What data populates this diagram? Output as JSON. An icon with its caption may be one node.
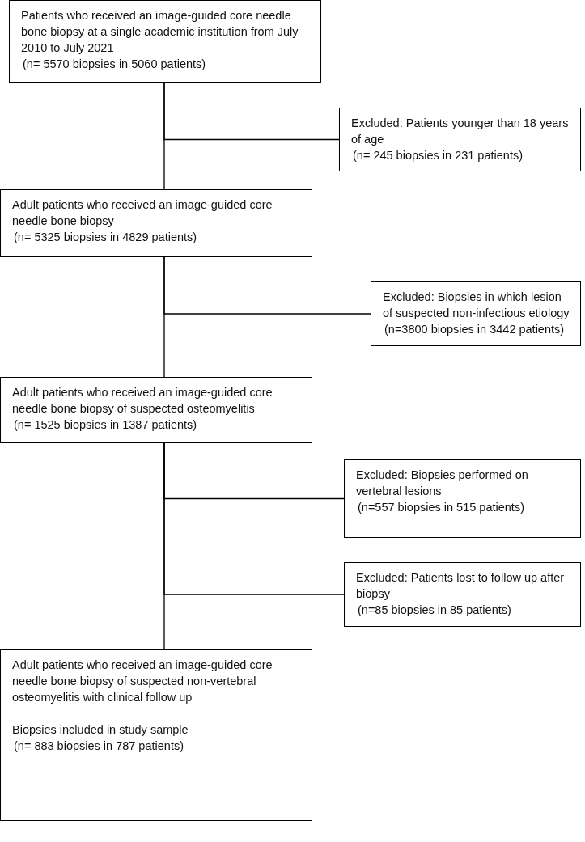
{
  "diagram": {
    "nodes": [
      {
        "text": [
          "Patients who received an image-guided core needle bone biopsy at a single academic institution from July 2010 to July 2021",
          "(n= 5570 biopsies in 5060 patients)"
        ]
      },
      {
        "text": [
          "Excluded: Patients younger than 18 years of age",
          "(n= 245 biopsies in 231 patients)"
        ]
      },
      {
        "text": [
          "Adult patients who received an image-guided core needle bone biopsy",
          "(n= 5325 biopsies in 4829 patients)"
        ]
      },
      {
        "text": [
          "Excluded: Biopsies in which lesion of suspected non-infectious etiology",
          "(n=3800 biopsies in 3442 patients)"
        ]
      },
      {
        "text": [
          "Adult patients who received an image-guided core needle bone biopsy of suspected osteomyelitis",
          "(n= 1525 biopsies in 1387 patients)"
        ]
      },
      {
        "text": [
          "Excluded: Biopsies performed on vertebral lesions",
          "(n=557 biopsies in 515 patients)"
        ]
      },
      {
        "text": [
          "Excluded: Patients lost to follow up after biopsy",
          "(n=85 biopsies in 85 patients)"
        ]
      },
      {
        "text": [
          "Adult patients who received an image-guided core needle bone biopsy of suspected non-vertebral osteomyelitis with clinical follow up",
          "Biopsies included in study sample",
          "(n= 883 biopsies in 787 patients)"
        ]
      }
    ],
    "edges": [
      {
        "from": 0,
        "to": 2,
        "arrow": "none"
      },
      {
        "from": 0,
        "to": 1,
        "arrow": "none"
      },
      {
        "from": 2,
        "to": 4,
        "arrow": "none"
      },
      {
        "from": 2,
        "to": 3,
        "arrow": "none"
      },
      {
        "from": 4,
        "to": 7,
        "arrow": "none"
      },
      {
        "from": 4,
        "to": 5,
        "arrow": "none"
      },
      {
        "from": 4,
        "to": 6,
        "arrow": "none"
      }
    ]
  }
}
